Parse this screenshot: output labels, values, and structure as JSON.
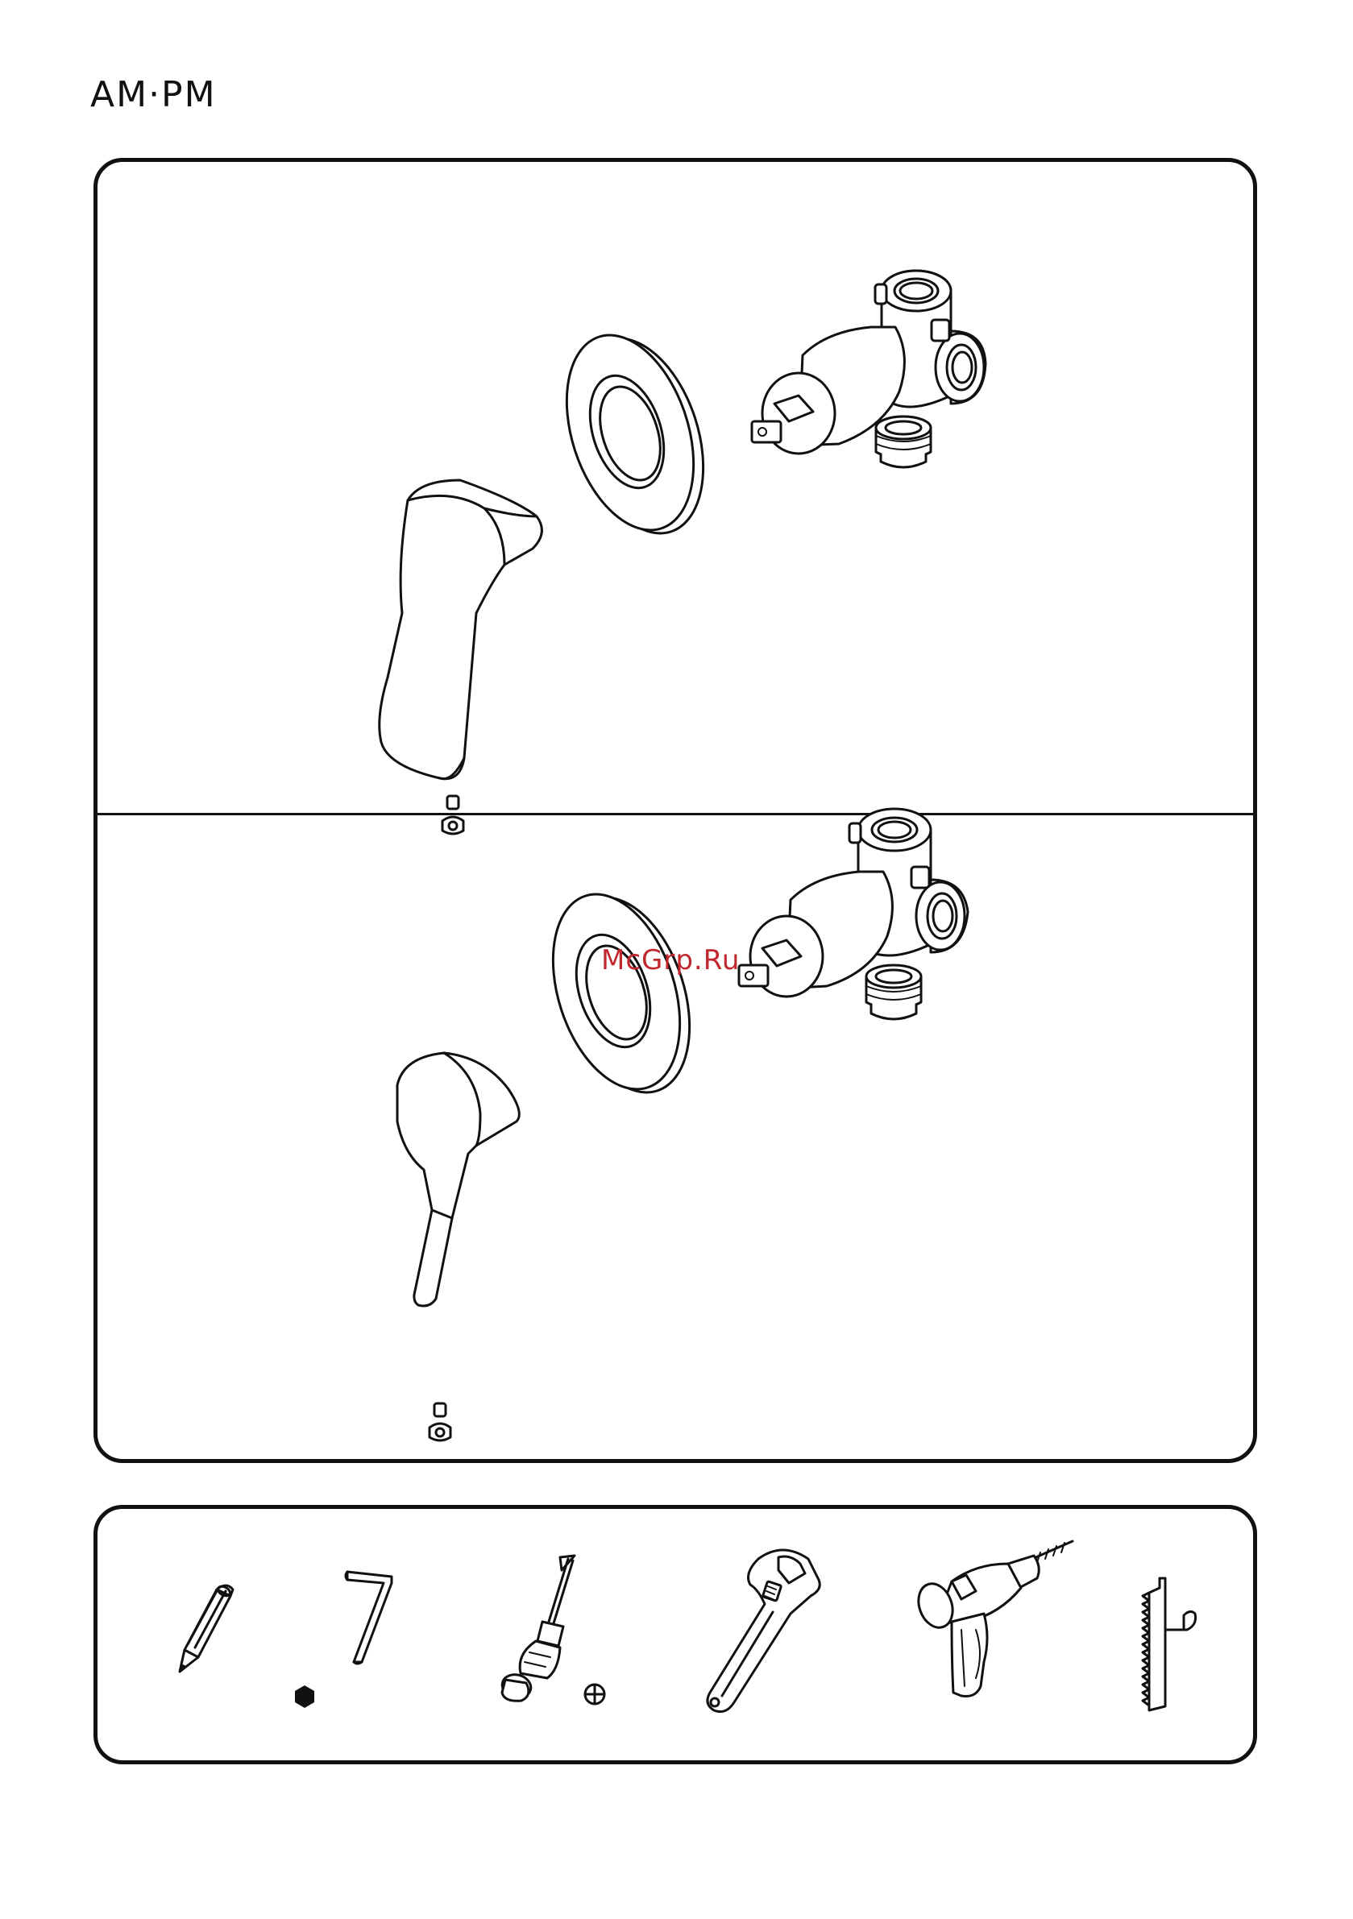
{
  "header": {
    "brand_logo": "AM·PM"
  },
  "watermark": {
    "text": "McGrp.Ru"
  },
  "variants": [
    {
      "id": "variant-a",
      "handle_style": "wide-lever"
    },
    {
      "id": "variant-b",
      "handle_style": "slim-lever"
    }
  ],
  "tools": [
    {
      "icon": "pencil-icon"
    },
    {
      "icon": "hex-key-icon",
      "symbol": "hex-symbol-icon"
    },
    {
      "icon": "phillips-screwdriver-icon",
      "symbol": "phillips-symbol-icon"
    },
    {
      "icon": "adjustable-wrench-icon"
    },
    {
      "icon": "power-drill-icon"
    },
    {
      "icon": "notched-trowel-icon"
    }
  ],
  "colors": {
    "line": "#111111",
    "watermark": "#c0282d",
    "background": "#ffffff"
  }
}
